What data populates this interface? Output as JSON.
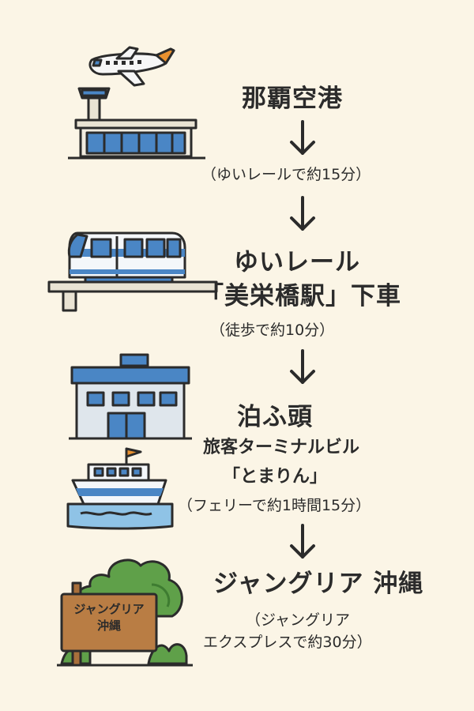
{
  "steps": {
    "airport": {
      "name": "那覇空港",
      "transfer": "（ゆいレールで約15分）"
    },
    "station": {
      "line": "ゆいレール",
      "name": "「美栄橋駅」下車",
      "transfer": "（徒歩で約10分）"
    },
    "port": {
      "name": "泊ふ頭",
      "building": "旅客ターミナルビル",
      "nickname": "「とまりん」",
      "transfer": "（フェリーで約1時間15分）"
    },
    "destination": {
      "name": "ジャングリア 沖縄",
      "transfer_line1": "（ジャングリア",
      "transfer_line2": "エクスプレスで約30分）"
    }
  },
  "sign": {
    "line1": "ジャングリア",
    "line2": "沖縄"
  },
  "icons": {
    "airport": "airplane-and-terminal-icon",
    "train": "monorail-train-icon",
    "port": "ferry-terminal-icon",
    "ship": "ferry-ship-icon",
    "park": "jungle-sign-icon"
  },
  "colors": {
    "background": "#fbf5e6",
    "blue": "#4a86c5",
    "dark": "#2b2b2b",
    "green": "#5fa049",
    "wood": "#a86f3b"
  }
}
